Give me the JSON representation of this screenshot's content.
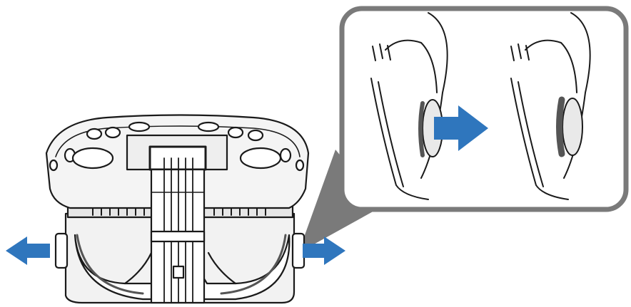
{
  "figure": {
    "title": "",
    "colors": {
      "arrow_blue": "#2f76bd",
      "callout_gray": "#7a7a7a",
      "line": "#1a1a1a",
      "face_gray": "#e9e9e9",
      "dark_pad": "#5a5a5a"
    },
    "parts": {
      "headset": "vr-headset-rear-view",
      "callout": "detail-inset",
      "arrows": [
        "left-arrow",
        "right-arrow",
        "callout-arrow"
      ]
    }
  }
}
